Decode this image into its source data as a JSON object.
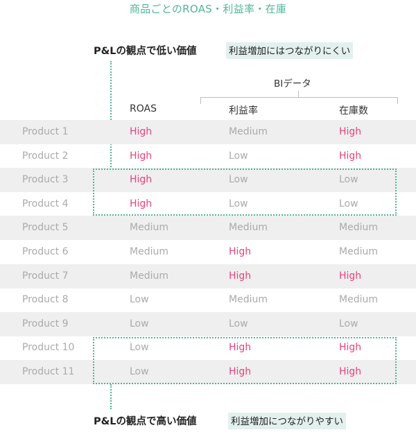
{
  "title": "商品ごとのROAS・利益率・在庫",
  "top_callout": {
    "label": "P&Lの観点で低い価値",
    "tag": "利益増加にはつながりにくい"
  },
  "bottom_callout": {
    "label": "P&Lの観点で高い価値",
    "tag": "利益増加につながりやすい"
  },
  "bi_group_label": "BIデータ",
  "columns": [
    "ROAS",
    "利益率",
    "在庫数"
  ],
  "colors": {
    "high": "#e6427d",
    "muted": "#aaaaaa",
    "accent": "#4fb59a",
    "row_shade": "#efefef"
  },
  "rows": [
    {
      "product": "Product 1",
      "roas": "High",
      "margin": "Medium",
      "stock": "High"
    },
    {
      "product": "Product 2",
      "roas": "High",
      "margin": "Low",
      "stock": "High"
    },
    {
      "product": "Product 3",
      "roas": "High",
      "margin": "Low",
      "stock": "Low"
    },
    {
      "product": "Product 4",
      "roas": "High",
      "margin": "Low",
      "stock": "Low"
    },
    {
      "product": "Product 5",
      "roas": "Medium",
      "margin": "Medium",
      "stock": "Medium"
    },
    {
      "product": "Product 6",
      "roas": "Medium",
      "margin": "High",
      "stock": "Medium"
    },
    {
      "product": "Product 7",
      "roas": "Medium",
      "margin": "High",
      "stock": "High"
    },
    {
      "product": "Product 8",
      "roas": "Low",
      "margin": "Medium",
      "stock": "Medium"
    },
    {
      "product": "Product 9",
      "roas": "Low",
      "margin": "Low",
      "stock": "Low"
    },
    {
      "product": "Product 10",
      "roas": "Low",
      "margin": "High",
      "stock": "High"
    },
    {
      "product": "Product 11",
      "roas": "Low",
      "margin": "High",
      "stock": "High"
    }
  ]
}
